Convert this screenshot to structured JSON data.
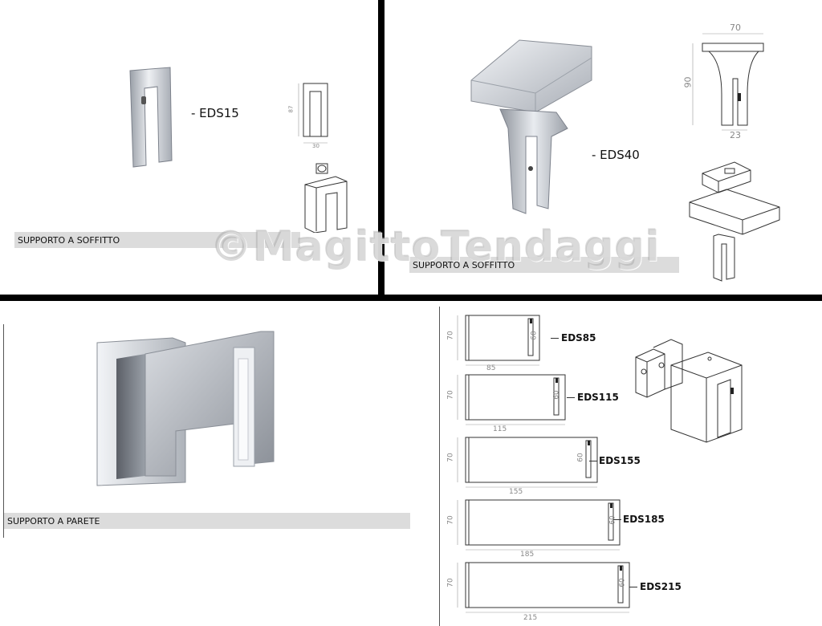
{
  "panels": {
    "top_left": {
      "product_code": "- EDS15",
      "label": "SUPPORTO A SOFFITTO",
      "dim_height": "87",
      "dim_width": "30"
    },
    "top_right": {
      "product_code": "- EDS40",
      "label": "SUPPORTO A SOFFITTO",
      "dim_width": "70",
      "dim_height": "90",
      "dim_slot": "23"
    },
    "bottom_left": {
      "label": "SUPPORTO A PARETE"
    },
    "bottom_right": {
      "rows": [
        {
          "code": "EDS85",
          "height": "70",
          "depth": "60",
          "length": "85"
        },
        {
          "code": "EDS115",
          "height": "70",
          "depth": "60",
          "length": "115"
        },
        {
          "code": "EDS155",
          "height": "70",
          "depth": "60",
          "length": "155"
        },
        {
          "code": "EDS185",
          "height": "70",
          "depth": "60",
          "length": "185"
        },
        {
          "code": "EDS215",
          "height": "70",
          "depth": "60",
          "length": "215"
        }
      ]
    }
  },
  "watermark": "©MagittoTendaggi",
  "colors": {
    "divider": "#000000",
    "label_bg": "#dcdcdc",
    "metal_light": "#e8eaee",
    "metal_mid": "#b8bcc4",
    "metal_dark": "#7d828c"
  }
}
